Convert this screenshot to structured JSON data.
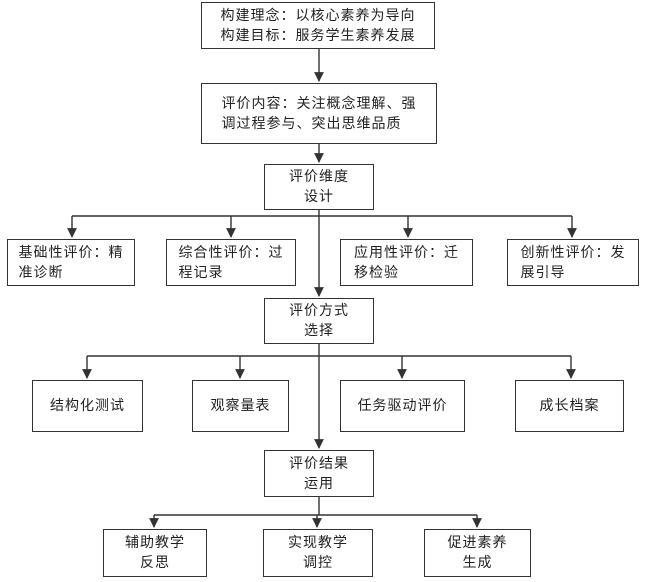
{
  "nodes": {
    "concept": [
      "构建理念：以核心素养为导向",
      "构建目标：服务学生素养发展"
    ],
    "content": [
      "评价内容：关注概念理解、强",
      "调过程参与、突出思维品质"
    ],
    "dimension": [
      "评价维度",
      "设计"
    ],
    "dim_basic": [
      "基础性评价：精",
      "准诊断"
    ],
    "dim_comprehensive": [
      "综合性评价：过",
      "程记录"
    ],
    "dim_applied": [
      "应用性评价：迁",
      "移检验"
    ],
    "dim_innovative": [
      "创新性评价：发",
      "展引导"
    ],
    "method": [
      "评价方式",
      "选择"
    ],
    "method_test": [
      "结构化测试"
    ],
    "method_observe": [
      "观察量表"
    ],
    "method_task": [
      "任务驱动评价"
    ],
    "method_archive": [
      "成长档案"
    ],
    "result": [
      "评价结果",
      "运用"
    ],
    "result_reflect": [
      "辅助教学",
      "反思"
    ],
    "result_control": [
      "实现教学",
      "调控"
    ],
    "result_growth": [
      "促进素养",
      "生成"
    ]
  }
}
